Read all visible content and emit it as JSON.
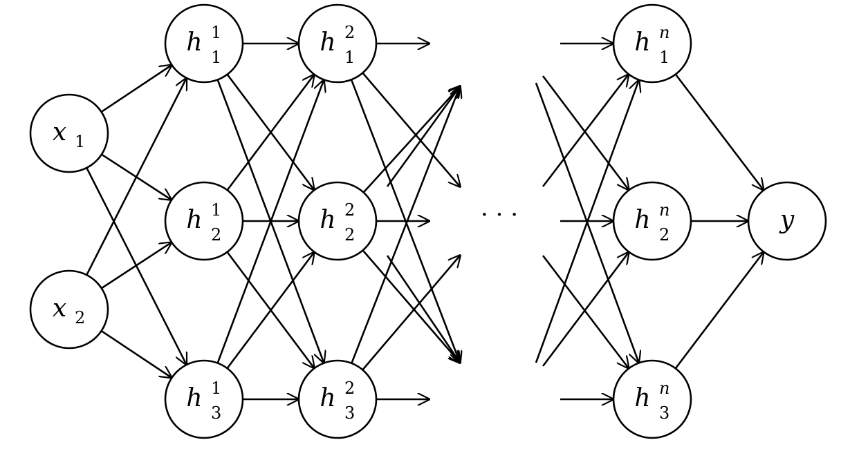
{
  "diagram": {
    "nodes": [
      {
        "id": "x1",
        "base": "x",
        "sub": "1",
        "sup": ""
      },
      {
        "id": "x2",
        "base": "x",
        "sub": "2",
        "sup": ""
      },
      {
        "id": "h11",
        "base": "h",
        "sub": "1",
        "sup": "1"
      },
      {
        "id": "h21",
        "base": "h",
        "sub": "2",
        "sup": "1"
      },
      {
        "id": "h31",
        "base": "h",
        "sub": "3",
        "sup": "1"
      },
      {
        "id": "h12",
        "base": "h",
        "sub": "1",
        "sup": "2"
      },
      {
        "id": "h22",
        "base": "h",
        "sub": "2",
        "sup": "2"
      },
      {
        "id": "h32",
        "base": "h",
        "sub": "3",
        "sup": "2"
      },
      {
        "id": "h1n",
        "base": "h",
        "sub": "1",
        "sup": "n"
      },
      {
        "id": "h2n",
        "base": "h",
        "sub": "2",
        "sup": "n"
      },
      {
        "id": "h3n",
        "base": "h",
        "sub": "3",
        "sup": "n"
      },
      {
        "id": "y",
        "base": "y",
        "sub": "",
        "sup": ""
      }
    ],
    "edges": [
      [
        "x1",
        "h11"
      ],
      [
        "x1",
        "h21"
      ],
      [
        "x1",
        "h31"
      ],
      [
        "x2",
        "h11"
      ],
      [
        "x2",
        "h21"
      ],
      [
        "x2",
        "h31"
      ],
      [
        "h11",
        "h12"
      ],
      [
        "h11",
        "h22"
      ],
      [
        "h11",
        "h32"
      ],
      [
        "h21",
        "h12"
      ],
      [
        "h21",
        "h22"
      ],
      [
        "h21",
        "h32"
      ],
      [
        "h31",
        "h12"
      ],
      [
        "h31",
        "h22"
      ],
      [
        "h31",
        "h32"
      ],
      [
        "h1n",
        "y"
      ],
      [
        "h2n",
        "y"
      ],
      [
        "h3n",
        "y"
      ]
    ],
    "ellipsis": "· · ·",
    "stroke_color": "#000000",
    "fill_color": "#ffffff"
  }
}
